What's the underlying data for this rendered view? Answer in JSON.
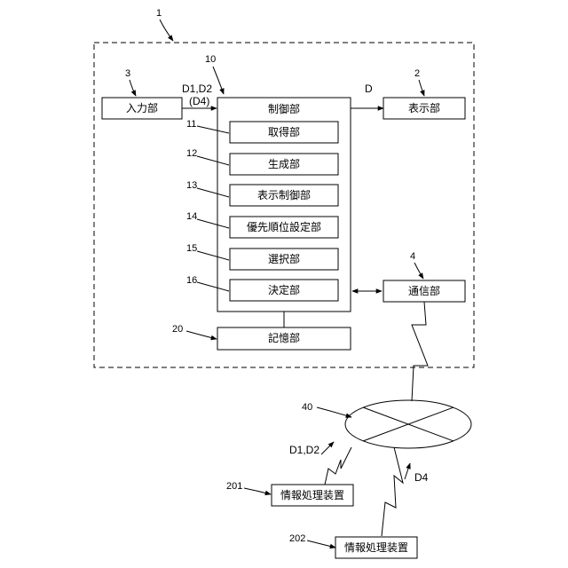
{
  "refs": {
    "system": "1",
    "display": "2",
    "input": "3",
    "comm": "4",
    "control": "10",
    "acquire": "11",
    "generate": "12",
    "display_ctrl": "13",
    "priority": "14",
    "select": "15",
    "decide": "16",
    "storage": "20",
    "network": "40",
    "device1": "201",
    "device2": "202"
  },
  "labels": {
    "input": "入力部",
    "display": "表示部",
    "control": "制御部",
    "acquire": "取得部",
    "generate": "生成部",
    "display_ctrl": "表示制御部",
    "priority": "優先順位設定部",
    "select": "選択部",
    "decide": "決定部",
    "storage": "記憶部",
    "comm": "通信部",
    "device1": "情報処理装置",
    "device2": "情報処理装置"
  },
  "signals": {
    "input_d1d2": "D1,D2",
    "input_d4": "(D4)",
    "display_d": "D",
    "net_d1d2": "D1,D2",
    "net_d4": "D4"
  }
}
